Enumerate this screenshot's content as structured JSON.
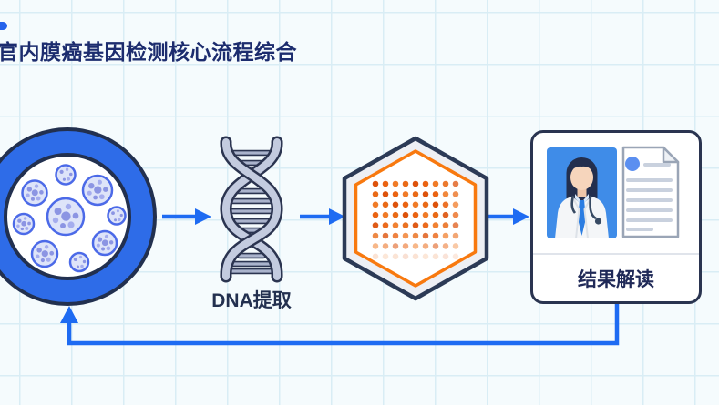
{
  "header": {
    "title": "官内膜癌基因检测核心流程综合",
    "title_color": "#1c2c6e",
    "accent_pill_color": "#2563eb"
  },
  "flow": {
    "arrow_color": "#1e6bf2",
    "loop_back_to_start": true,
    "steps": [
      {
        "name": "tissue-sample",
        "label": "",
        "icon": "cell-cluster-ring-icon",
        "ring_color": "#2e6ce8",
        "outline_color": "#22304f",
        "cell_fill": "#dee4f9",
        "cell_stroke": "#4c6ae8",
        "cell_count": 9
      },
      {
        "name": "dna-extraction",
        "label": "DNA提取",
        "icon": "dna-helix-icon",
        "strand_fill": "#c3cbdf",
        "outline_color": "#2b3450"
      },
      {
        "name": "gene-chip",
        "label": "",
        "icon": "hexagon-microarray-icon",
        "outer_stroke": "#2c3a56",
        "inner_stroke": "#f8790f",
        "dot_rows": 8,
        "dot_cols": 9,
        "dot_palette": [
          "#dd520b",
          "#ea6312",
          "#f07b28",
          "#e96a17"
        ]
      },
      {
        "name": "result-interpretation",
        "label": "结果解读",
        "icon": "doctor-report-card-icon",
        "photo_bg": "#3f8ce8",
        "doc_accent": "#5b8ff0"
      }
    ]
  }
}
